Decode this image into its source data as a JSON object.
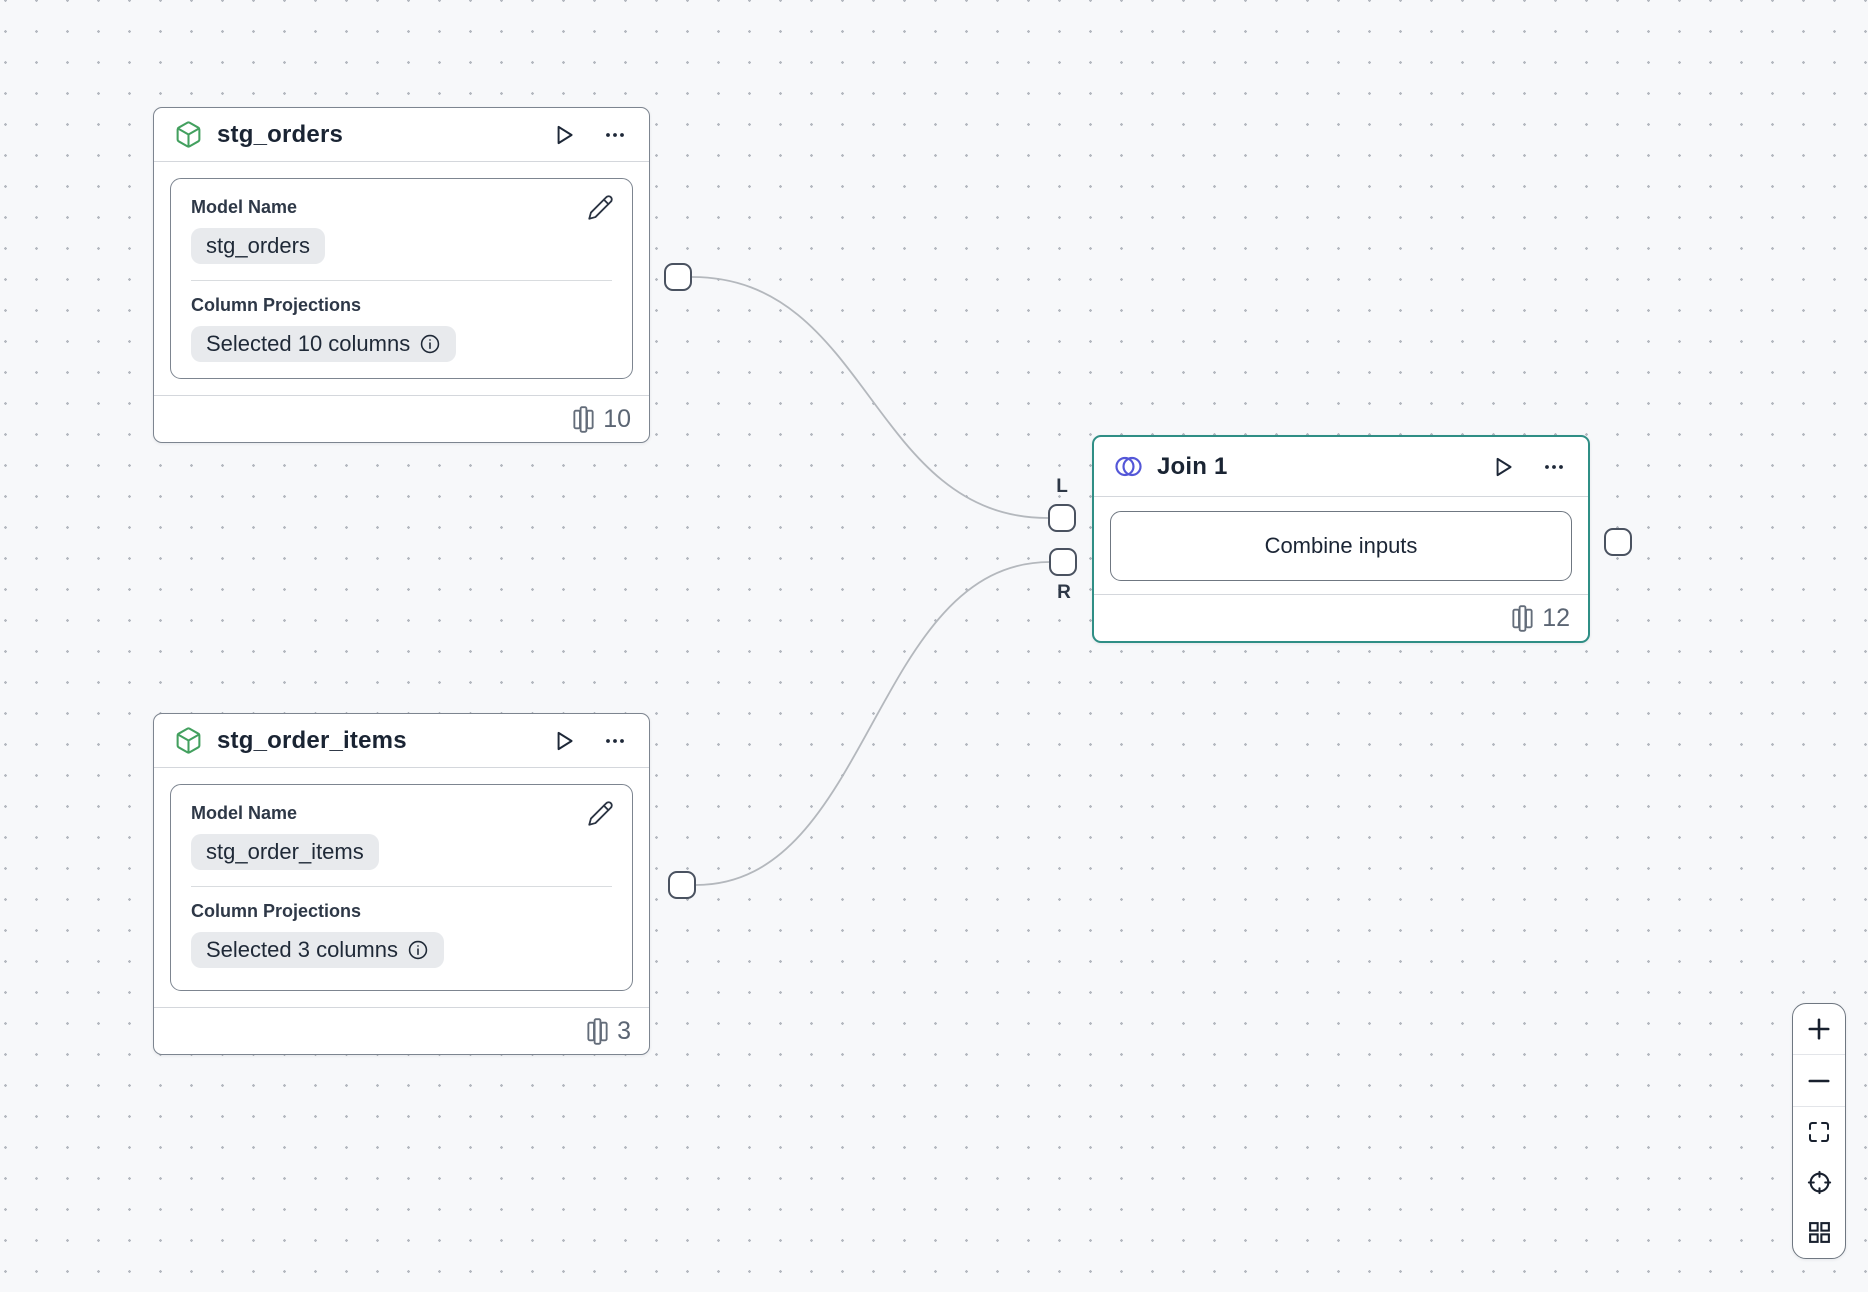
{
  "canvas": {
    "background_color": "#f7f8fa",
    "dot_color": "#b5b9c0"
  },
  "colors": {
    "selection_teal": "#2f8e85",
    "model_icon_green": "#43a05f",
    "join_icon_indigo": "#5457d8",
    "edge_gray": "#b4b8bd",
    "pill_background": "#e8eaed"
  },
  "nodes": {
    "stg_orders": {
      "title": "stg_orders",
      "model_name_label": "Model Name",
      "model_name_value": "stg_orders",
      "projections_label": "Column Projections",
      "projections_value": "Selected 10 columns",
      "column_count": "10"
    },
    "stg_order_items": {
      "title": "stg_order_items",
      "model_name_label": "Model Name",
      "model_name_value": "stg_order_items",
      "projections_label": "Column Projections",
      "projections_value": "Selected 3 columns",
      "column_count": "3"
    },
    "join": {
      "title": "Join 1",
      "button_label": "Combine inputs",
      "column_count": "12",
      "left_port_label": "L",
      "right_port_label": "R"
    }
  },
  "zoom_toolbar": {
    "items": [
      "zoom-in-icon",
      "zoom-out-icon",
      "fit-view-icon",
      "crosshair-icon",
      "grid-icon"
    ]
  }
}
